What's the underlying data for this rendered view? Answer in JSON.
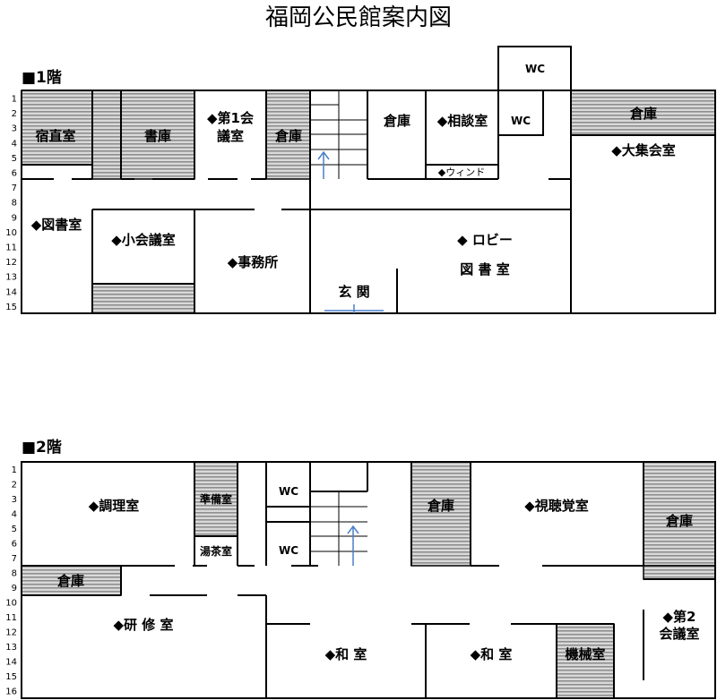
{
  "title": "福岡公民館案内図",
  "floor1": {
    "heading": "■1階",
    "row_numbers": [
      "1",
      "2",
      "3",
      "4",
      "5",
      "6",
      "7",
      "8",
      "9",
      "10",
      "11",
      "12",
      "13",
      "14",
      "15"
    ],
    "rooms": {
      "shukuchoku": "宿直室",
      "shoko": "書庫",
      "kaigi1_line1": "◆第1会",
      "kaigi1_line2": "議室",
      "souko_a": "倉庫",
      "souko_b": "倉庫",
      "soudan": "◆相談室",
      "wc_upper": "WC",
      "wc_lower": "WC",
      "souko_c": "倉庫",
      "daishukai": "◆大集会室",
      "window": "◆ウィンド",
      "toshoshitsu": "◆図書室",
      "shokaigi": "◆小会議室",
      "jimusho": "◆事務所",
      "genkan": "玄 関",
      "lobby": "◆ ロビー",
      "lobby_sub": "図 書 室"
    }
  },
  "floor2": {
    "heading": "■2階",
    "row_numbers": [
      "1",
      "2",
      "3",
      "4",
      "5",
      "6",
      "7",
      "8",
      "9",
      "10",
      "11",
      "12",
      "13",
      "14",
      "15",
      "16"
    ],
    "rooms": {
      "chori": "◆調理室",
      "junbi": "準備室",
      "yuchashitsu": "湯茶室",
      "wc_a": "WC",
      "wc_b": "WC",
      "souko_a": "倉庫",
      "shichokaku": "◆視聴覚室",
      "souko_b": "倉庫",
      "souko_c": "倉庫",
      "kenshu": "◆研 修 室",
      "washitsu_a": "◆和 室",
      "washitsu_b": "◆和 室",
      "kikai": "機械室",
      "kaigi2_line1": "◆第2",
      "kaigi2_line2": "会議室"
    }
  },
  "colors": {
    "hatch_dark": "#8e8e8e",
    "hatch_light": "#d9d9d9",
    "arrow": "#4a7fc9"
  }
}
